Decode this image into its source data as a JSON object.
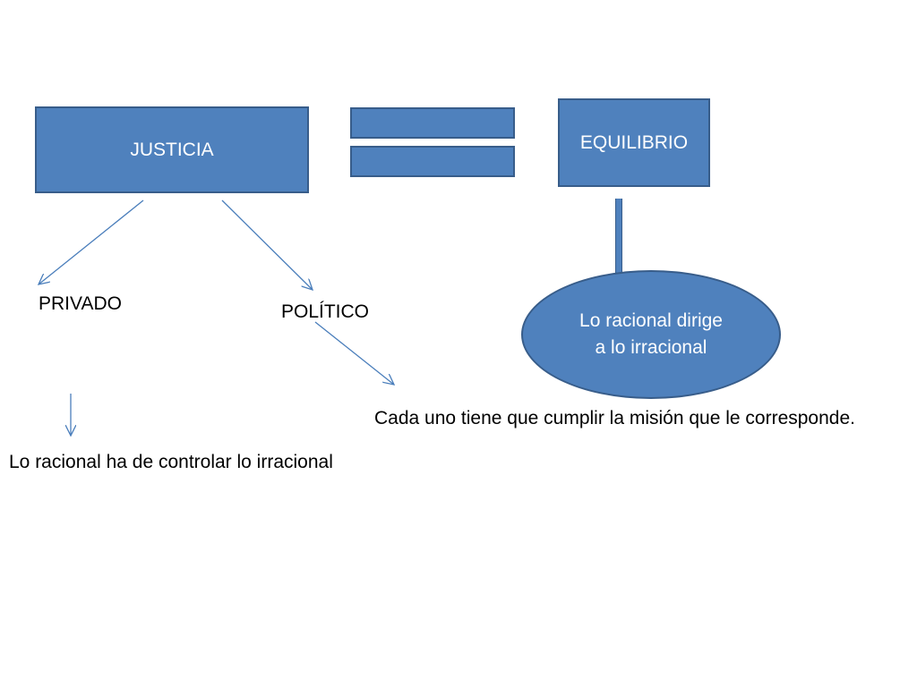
{
  "diagram": {
    "justicia": "JUSTICIA",
    "equilibrio": "EQUILIBRIO",
    "privado": "PRIVADO",
    "politico": "POLÍTICO",
    "ellipse_line1": "Lo racional dirige",
    "ellipse_line2": "a lo irracional",
    "cada_uno": "Cada uno  tiene que cumplir la misión que le corresponde.",
    "racional_controlar": "Lo racional ha de controlar lo irracional"
  },
  "colors": {
    "shape_fill": "#4f81bd",
    "shape_border": "#385d8a",
    "arrow": "#4a7ebb"
  }
}
